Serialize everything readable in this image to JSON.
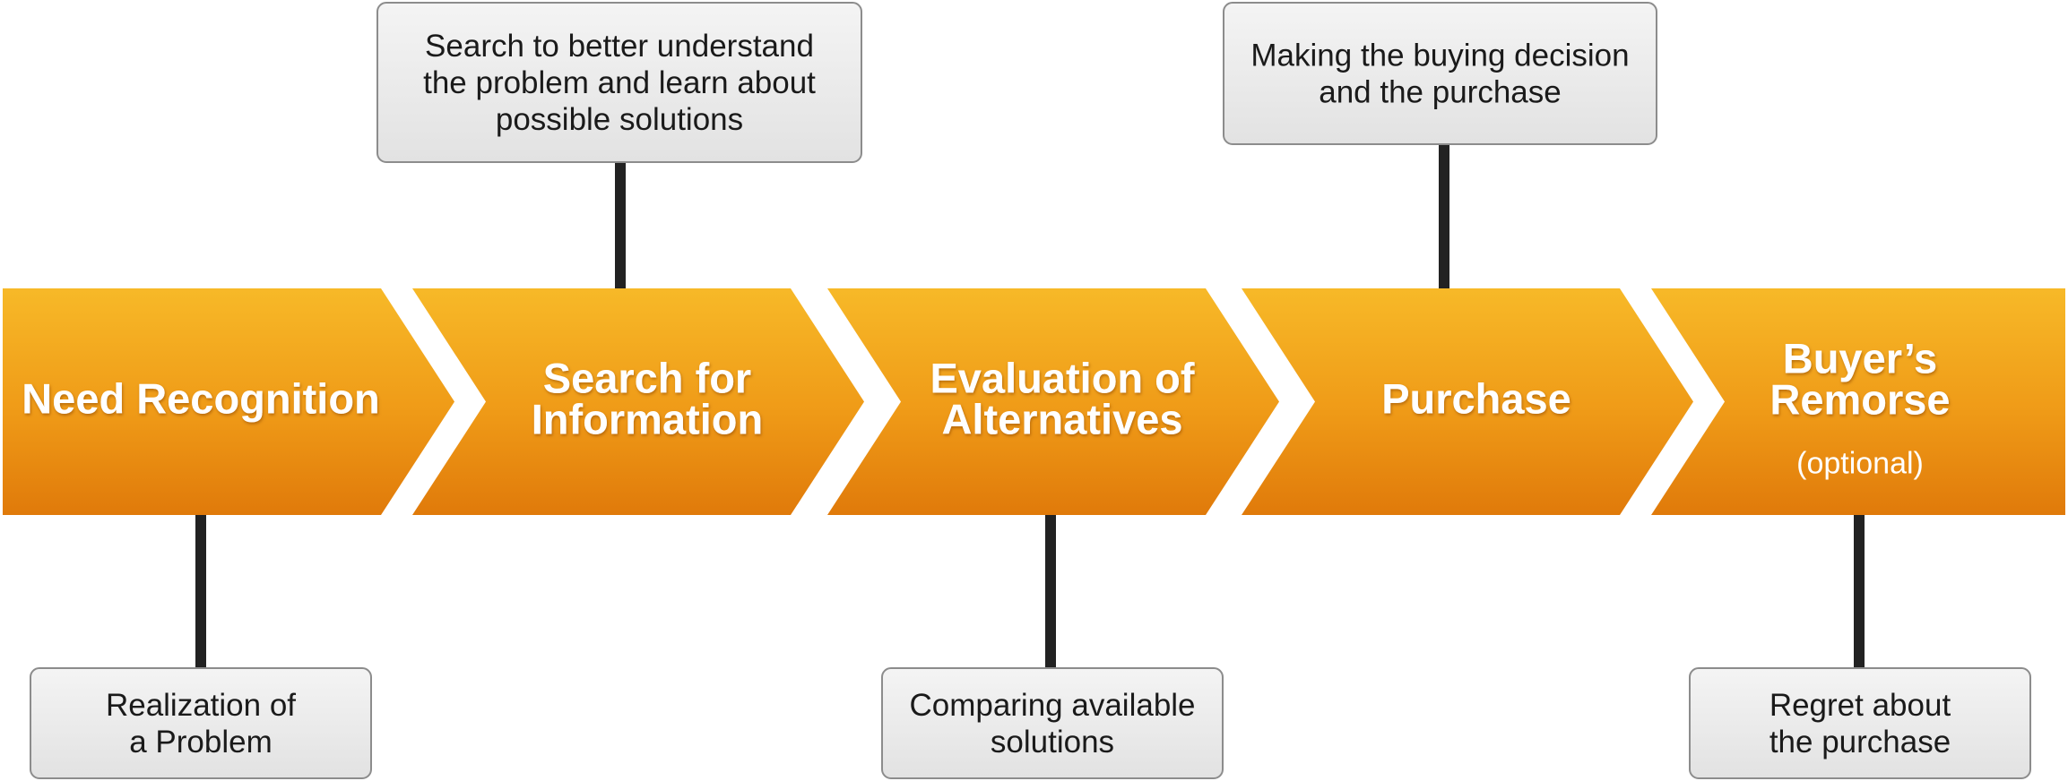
{
  "colors": {
    "chevron_top": "#f7b928",
    "chevron_bottom": "#e07a0a",
    "connector": "#222222",
    "note_box_fill": "#ececec",
    "note_box_border": "#8c8c8c"
  },
  "steps": [
    {
      "title_lines": [
        "Need Recognition"
      ],
      "sub": ""
    },
    {
      "title_lines": [
        "Search for",
        "Information"
      ],
      "sub": ""
    },
    {
      "title_lines": [
        "Evaluation of",
        "Alternatives"
      ],
      "sub": ""
    },
    {
      "title_lines": [
        "Purchase"
      ],
      "sub": ""
    },
    {
      "title_lines": [
        "Buyer’s",
        "Remorse"
      ],
      "sub": "(optional)"
    }
  ],
  "notes_top": [
    {
      "step": 1,
      "lines": [
        "Search to better understand",
        "the problem and learn about",
        "possible solutions"
      ]
    },
    {
      "step": 3,
      "lines": [
        "Making the buying decision",
        "and the purchase"
      ]
    }
  ],
  "notes_bottom": [
    {
      "step": 0,
      "lines": [
        "Realization of",
        "a Problem"
      ]
    },
    {
      "step": 2,
      "lines": [
        "Comparing available",
        "solutions"
      ]
    },
    {
      "step": 4,
      "lines": [
        "Regret about",
        "the purchase"
      ]
    }
  ]
}
